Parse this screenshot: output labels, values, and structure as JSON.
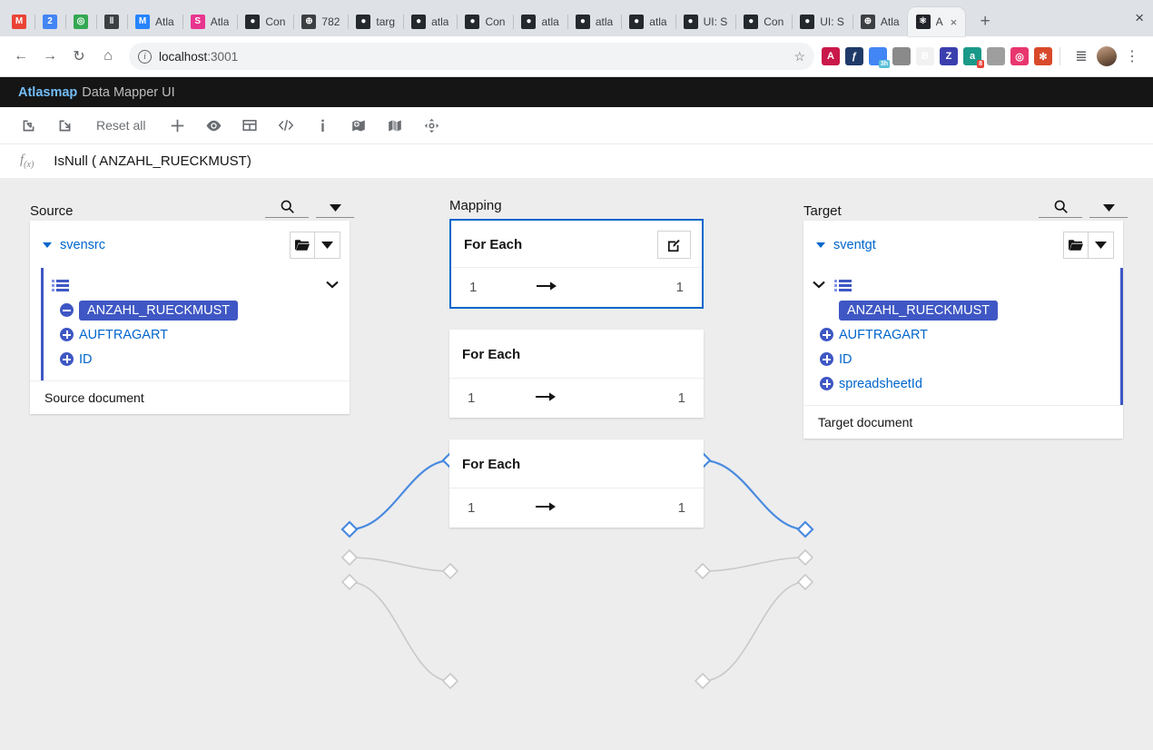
{
  "browser": {
    "tabs": [
      {
        "label": "",
        "icon": "gmail-icon",
        "color": "#ea4335",
        "glyph": "M",
        "active": false
      },
      {
        "label": "",
        "icon": "calendar-icon",
        "color": "#4285f4",
        "glyph": "2",
        "active": false
      },
      {
        "label": "",
        "icon": "maps-icon",
        "color": "#34a853",
        "glyph": "◎",
        "active": false
      },
      {
        "label": "",
        "icon": "app-icon",
        "color": "#3c4043",
        "glyph": "‖",
        "active": false
      },
      {
        "label": "Atla",
        "icon": "jira-icon",
        "color": "#2684ff",
        "glyph": "M",
        "active": false
      },
      {
        "label": "Atla",
        "icon": "sentry-icon",
        "color": "#e8368f",
        "glyph": "S",
        "active": false
      },
      {
        "label": "Con",
        "icon": "github-icon",
        "color": "#24292e",
        "glyph": "●",
        "active": false
      },
      {
        "label": "782",
        "icon": "globe-icon",
        "color": "#3c4043",
        "glyph": "⊕",
        "active": false
      },
      {
        "label": "targ",
        "icon": "github-icon",
        "color": "#24292e",
        "glyph": "●",
        "active": false
      },
      {
        "label": "atla",
        "icon": "github-icon",
        "color": "#24292e",
        "glyph": "●",
        "active": false
      },
      {
        "label": "Con",
        "icon": "github-icon",
        "color": "#24292e",
        "glyph": "●",
        "active": false
      },
      {
        "label": "atla",
        "icon": "github-icon",
        "color": "#24292e",
        "glyph": "●",
        "active": false
      },
      {
        "label": "atla",
        "icon": "github-icon",
        "color": "#24292e",
        "glyph": "●",
        "active": false
      },
      {
        "label": "atla",
        "icon": "github-icon",
        "color": "#24292e",
        "glyph": "●",
        "active": false
      },
      {
        "label": "UI: S",
        "icon": "github-icon",
        "color": "#24292e",
        "glyph": "●",
        "active": false
      },
      {
        "label": "Con",
        "icon": "github-icon",
        "color": "#24292e",
        "glyph": "●",
        "active": false
      },
      {
        "label": "UI: S",
        "icon": "github-icon",
        "color": "#24292e",
        "glyph": "●",
        "active": false
      },
      {
        "label": "Atla",
        "icon": "globe-icon",
        "color": "#3c4043",
        "glyph": "⊕",
        "active": false
      },
      {
        "label": "A",
        "icon": "react-icon",
        "color": "#20232a",
        "glyph": "⚛",
        "active": true
      }
    ],
    "new_tab_label": "+",
    "window_close_label": "×",
    "nav": {
      "back_label": "←",
      "forward_label": "→",
      "reload_label": "↻",
      "home_label": "⌂",
      "bookmark_label": "☆"
    },
    "omnibox": {
      "info_label": "i",
      "host": "localhost",
      "port": ":3001"
    },
    "extensions": [
      {
        "name": "extension-a",
        "color": "#c9184a",
        "glyph": "A"
      },
      {
        "name": "extension-f",
        "color": "#1f3a68",
        "glyph": "ƒ"
      },
      {
        "name": "extension-calendar",
        "color": "#4285f4",
        "glyph": "",
        "badge": "3h"
      },
      {
        "name": "extension-photo",
        "color": "#8a8a8a",
        "glyph": ""
      },
      {
        "name": "extension-b",
        "color": "#f1f1f1",
        "glyph": "B"
      },
      {
        "name": "extension-zotero",
        "color": "#3b3fae",
        "glyph": "Z"
      },
      {
        "name": "extension-amazon",
        "color": "#1a9988",
        "glyph": "a",
        "badge": "8"
      },
      {
        "name": "extension-drop",
        "color": "#9e9e9e",
        "glyph": ""
      },
      {
        "name": "extension-spiral",
        "color": "#e8366e",
        "glyph": "◎"
      },
      {
        "name": "extension-bug",
        "color": "#d9492b",
        "glyph": "✻"
      }
    ],
    "media_label": "≣",
    "menu_label": "⋮"
  },
  "app": {
    "brand": "Atlasmap",
    "title_rest": "Data Mapper UI",
    "toolbar": {
      "import_label": "import-icon",
      "export_label": "export-icon",
      "reset_all_label": "Reset all",
      "add_label": "add-icon",
      "preview_label": "eye-icon",
      "table_label": "table-icon",
      "code_label": "code-icon",
      "info_label": "info-icon",
      "mapped_fields_label": "mapped-fields-icon",
      "mapping_table_label": "mapping-table-icon",
      "freeform_label": "move-icon"
    },
    "formula": {
      "fx_label": "f",
      "fx_sub": "(x)",
      "expression": "IsNull ( ANZAHL_RUECKMUST)"
    }
  },
  "source": {
    "header": "Source",
    "search_icon": "search-icon",
    "dropdown_icon": "caret-down-icon",
    "document": {
      "name": "svensrc",
      "folder_icon": "folder-open-icon",
      "dropdown_icon": "caret-down-icon",
      "collection_icon": "list-icon",
      "collection_toggle": "chevron-down-icon",
      "fields": [
        {
          "name": "ANZAHL_RUECKMUST",
          "state": "selected",
          "icon": "minus-circle-icon"
        },
        {
          "name": "AUFTRAGART",
          "state": "normal",
          "icon": "plus-circle-icon"
        },
        {
          "name": "ID",
          "state": "normal",
          "icon": "plus-circle-icon"
        }
      ],
      "footer": "Source document"
    }
  },
  "mapping": {
    "header": "Mapping",
    "cards": [
      {
        "title": "For Each",
        "left_count": "1",
        "arrow": "→",
        "right_count": "1",
        "selected": true,
        "edit_icon": "edit-icon"
      },
      {
        "title": "For Each",
        "left_count": "1",
        "arrow": "→",
        "right_count": "1",
        "selected": false
      },
      {
        "title": "For Each",
        "left_count": "1",
        "arrow": "→",
        "right_count": "1",
        "selected": false
      }
    ]
  },
  "target": {
    "header": "Target",
    "search_icon": "search-icon",
    "dropdown_icon": "caret-down-icon",
    "document": {
      "name": "sventgt",
      "folder_icon": "folder-open-icon",
      "dropdown_icon": "caret-down-icon",
      "collection_icon": "list-icon",
      "collection_toggle": "chevron-down-icon",
      "fields": [
        {
          "name": "ANZAHL_RUECKMUST",
          "state": "selected",
          "icon": "none"
        },
        {
          "name": "AUFTRAGART",
          "state": "normal",
          "icon": "plus-circle-icon"
        },
        {
          "name": "ID",
          "state": "normal",
          "icon": "plus-circle-icon"
        },
        {
          "name": "spreadsheetId",
          "state": "normal",
          "icon": "plus-circle-icon"
        }
      ],
      "footer": "Target document"
    }
  },
  "colors": {
    "accent_blue": "#06c",
    "field_selected": "#3f57c4",
    "link_active": "#4a8ae0",
    "link_inactive": "#c9c9c9",
    "canvas_bg": "#ededed",
    "header_bg": "#151515"
  }
}
